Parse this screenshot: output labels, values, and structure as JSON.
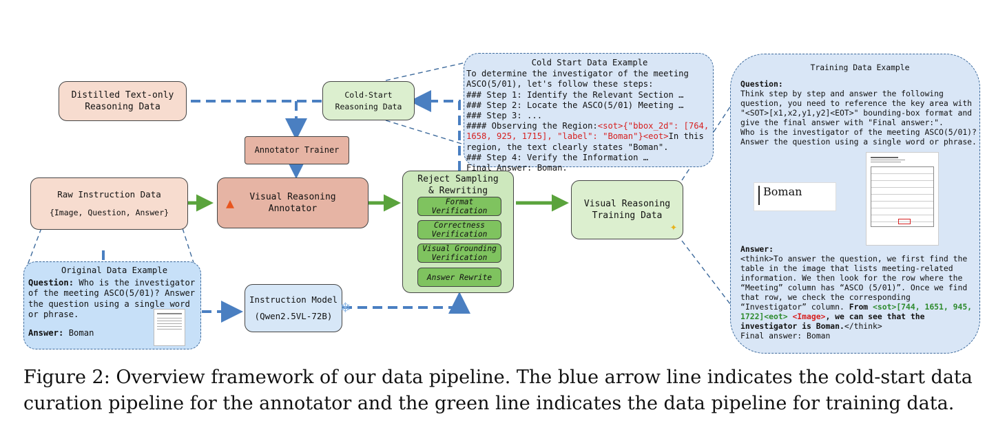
{
  "nodes": {
    "distilled": "Distilled Text-only Reasoning Data",
    "distilled_l1": "Distilled Text-only",
    "distilled_l2": "Reasoning Data",
    "cold_start_l1": "Cold-Start",
    "cold_start_l2": "Reasoning Data",
    "annotator_trainer": "Annotator Trainer",
    "raw_l1": "Raw Instruction Data",
    "raw_l2": "{Image, Question, Answer}",
    "annotator_l1": "Visual Reasoning",
    "annotator_l2": "Annotator",
    "reject_l1": "Reject Sampling",
    "reject_l2": "& Rewriting",
    "sub_format_l1": "Format",
    "sub_format_l2": "Verification",
    "sub_correct_l1": "Correctness",
    "sub_correct_l2": "Verification",
    "sub_visual_l1": "Visual Grounding",
    "sub_visual_l2": "Verification",
    "sub_rewrite": "Answer Rewrite",
    "training_l1": "Visual Reasoning",
    "training_l2": "Training Data",
    "instr_l1": "Instruction Model",
    "instr_l2": "(Qwen2.5VL-72B)"
  },
  "cold_example": {
    "title": "Cold Start Data Example",
    "l1": "To determine the investigator of the meeting",
    "l2": "ASCO(5/01), let's follow these steps:",
    "l3": "### Step 1: Identify the Relevant Section …",
    "l4": "### Step 2: Locate the ASCO(5/01) Meeting …",
    "l5": "### Step 3: ...",
    "l6a": "#### Observing the Region:",
    "l6b": "<sot>{\"bbox_2d\": [764,",
    "l7": "1658, 925, 1715], \"label\": \"Boman\"}<eot>",
    "l7b": "In this",
    "l8": "region, the text clearly states \"Boman\".",
    "l9": "### Step 4: Verify the Information …",
    "l10": "Final Answer: Boman."
  },
  "original_example": {
    "title": "Original Data Example",
    "q_label": "Question:",
    "q1": "Who is the investigator",
    "q2": "of the meeting ASCO(5/01)? Answer",
    "q3": "the question using a single word",
    "q4": "or phrase.",
    "a_label": "Answer:",
    "a": "Boman"
  },
  "training_example": {
    "title": "Training Data Example",
    "q_label": "Question:",
    "q1": "Think step by step and answer the following",
    "q2": "question, you need to reference the key area with",
    "q3": "\"<SOT>[x1,x2,y1,y2]<EOT>\" bounding-box format and",
    "q4": "give the final answer with \"Final answer:\".",
    "q5": "Who is the investigator of the meeting ASCO(5/01)?",
    "q6": "Answer the question using a single word or phrase.",
    "crop_text": "Boman",
    "a_label": "Answer:",
    "a1": "<think>To answer the question, we first find the",
    "a2": "table in the image that lists meeting-related",
    "a3": "information. We then look for the row where the",
    "a4": "“Meeting” column has “ASCO (5/01)”. Once we find",
    "a5": "that row, we check the corresponding",
    "a6a": "“Investigator” column.",
    "a6b": "From",
    "a6c": "<sot>[744, 1651, 945,",
    "a7a": "1722]<eot>",
    "a7b": "<Image>",
    "a7c": ", we can see that the",
    "a8a": "investigator is Boman.",
    "a8b": "</think>",
    "a9": "Final answer: Boman"
  },
  "caption": {
    "line1": "Figure 2: Overview framework of our data pipeline. The blue arrow line indicates the cold-start data",
    "line2": "curation pipeline for the annotator and the green line indicates the data pipeline for training data."
  },
  "colors": {
    "blue_arrow": "#4a7fc1",
    "green_arrow": "#5aa33c",
    "highlight_red": "#d61f1f",
    "highlight_green": "#2e8b2e"
  },
  "icons": [
    "fire-icon",
    "snowflake-icon",
    "sparkle-icon"
  ]
}
